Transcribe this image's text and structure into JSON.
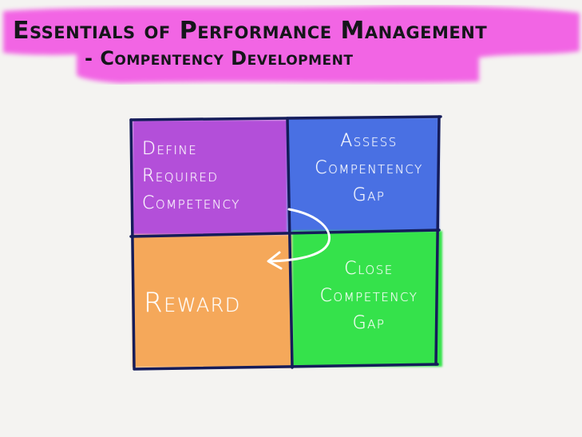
{
  "title": {
    "line1": "Essentials of Performance Management",
    "line2": "- Compentency Development"
  },
  "cells": {
    "define": {
      "label": "Define\nRequired\nCompetency",
      "color": "#b34fd9"
    },
    "assess": {
      "label": "Assess\nCompentency\nGap",
      "color": "#4a6fe3"
    },
    "reward": {
      "label": "Reward",
      "color": "#f5a85a"
    },
    "close": {
      "label": "Close\nCompetency\nGap",
      "color": "#35e24b"
    }
  },
  "colors": {
    "highlight": "#f25ae3",
    "grid_line": "#151c5a",
    "arrow": "#ffffff",
    "background": "#f4f3f1"
  }
}
